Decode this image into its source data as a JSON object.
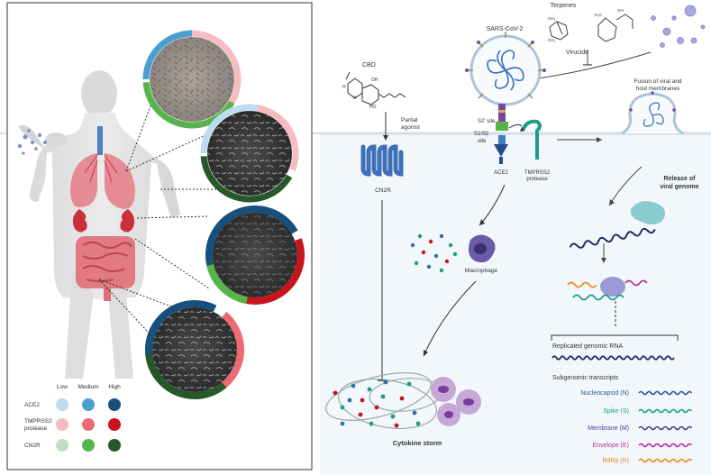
{
  "labels": {
    "terpenes": "Terpenes",
    "sars": "SARS-CoV-2",
    "virucide": "Virucide",
    "cbd": "CBD",
    "partial_agonist_1": "Partial",
    "partial_agonist_2": "agonist",
    "fusion_1": "Fusion of viral and",
    "fusion_2": "host membranes",
    "s2_site": "S2' site",
    "s1s2_1": "S1/S2",
    "s1s2_2": "site",
    "ace2": "ACE2",
    "tmprss2_1": "TMPRSS2",
    "tmprss2_2": "protease",
    "cn2r": "CN2R",
    "release_1": "Release of",
    "release_2": "viral genome",
    "macrophage": "Macrophage",
    "cytokine_storm": "Cytokine storm",
    "replicated_rna": "Replicated genomic RNA",
    "subgenomic": "Subgenomic transcripts",
    "methyl_1": "CH₃",
    "methyl_2": "H₃C",
    "methyl_3": "CH₃",
    "hydroxyl": "OH",
    "cbd_oh": "OH",
    "cbd_h1": "H",
    "cbd_h2": "H",
    "cbd_ho": "HO"
  },
  "legend": {
    "headers": [
      "Low",
      "Medium",
      "High"
    ],
    "rows": [
      {
        "label_1": "ACE2",
        "label_2": "",
        "colors": [
          "#bcdcf0",
          "#4a9fd0",
          "#174f7d"
        ]
      },
      {
        "label_1": "TMPRSS2",
        "label_2": "protease",
        "colors": [
          "#f6bcc0",
          "#ec6b72",
          "#c8141d"
        ]
      },
      {
        "label_1": "CN2R",
        "label_2": "",
        "colors": [
          "#c3dcc3",
          "#55b54a",
          "#26592a"
        ]
      }
    ]
  },
  "transcripts": [
    {
      "name": "Nucleocapsid (N)",
      "color": "#1f5f9c"
    },
    {
      "name": "Spike (S)",
      "color": "#14a08c"
    },
    {
      "name": "Membrane (M)",
      "color": "#4a3f8f"
    },
    {
      "name": "Envelope (E)",
      "color": "#c02aa8"
    },
    {
      "name": "RdRp (R)",
      "color": "#ee8a1a"
    }
  ],
  "genomic_rna_color": "#1b2f66",
  "colors": {
    "membrane": "#c8dcea",
    "cytoplasm": "#f2f7fb",
    "lung": "#e57b85",
    "intestine": "#e06e78",
    "kidney": "#c8313c"
  }
}
